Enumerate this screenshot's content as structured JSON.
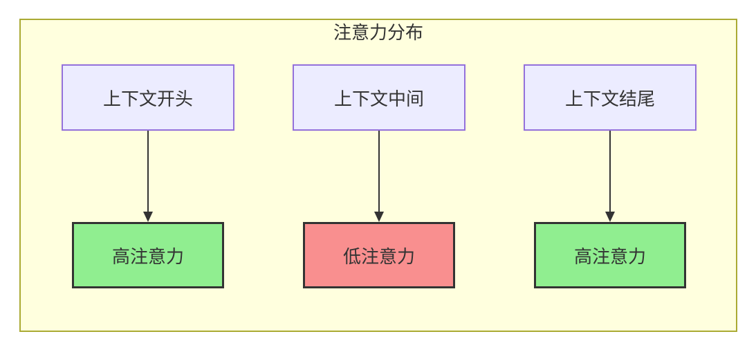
{
  "diagram": {
    "title": "注意力分布",
    "colors": {
      "container_bg": "#FFFFDE",
      "container_border": "#AAAA33",
      "source_node_bg": "#ECECFF",
      "source_node_border": "#9370DB",
      "high_attention_bg": "#90EE90",
      "low_attention_bg": "#F98F8F",
      "result_node_border": "#333333",
      "arrow_color": "#333333",
      "text_color": "#333333"
    },
    "columns": [
      {
        "source_label": "上下文开头",
        "result_label": "高注意力",
        "attention_level": "high"
      },
      {
        "source_label": "上下文中间",
        "result_label": "低注意力",
        "attention_level": "low"
      },
      {
        "source_label": "上下文结尾",
        "result_label": "高注意力",
        "attention_level": "high"
      }
    ]
  }
}
